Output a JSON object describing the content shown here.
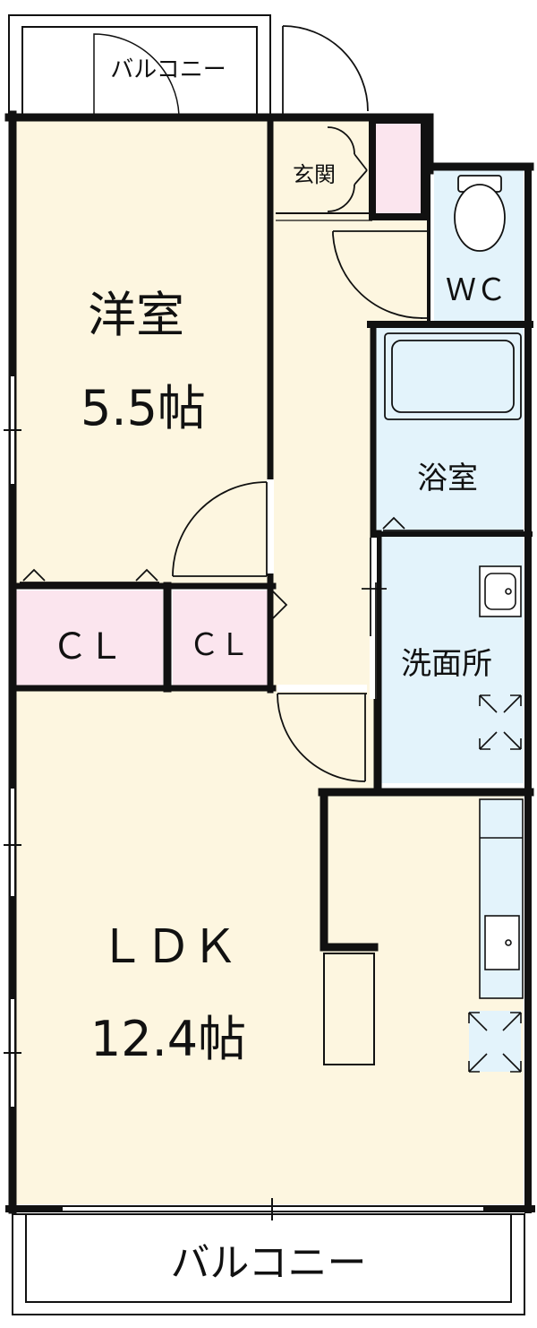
{
  "rooms": {
    "balcony_top": "バルコニー",
    "entrance": "玄関",
    "wc": "ＷＣ",
    "western_room_name": "洋室",
    "western_room_size": "5.5帖",
    "bathroom": "浴室",
    "closet_1": "ＣＬ",
    "closet_2": "ＣＬ",
    "washroom": "洗面所",
    "ldk_name": "ＬＤＫ",
    "ldk_size": "12.4帖",
    "balcony_bottom": "バルコニー"
  },
  "colors": {
    "living": "#fdf6e0",
    "wet": "#e3f3fb",
    "closet": "#fbe5ee",
    "wall": "#111111"
  }
}
